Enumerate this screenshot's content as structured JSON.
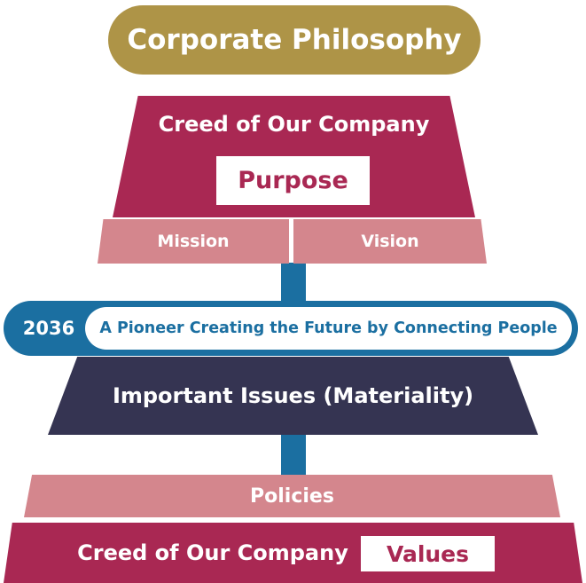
{
  "title": "Corporate Philosophy",
  "creed_top": {
    "label": "Creed of Our Company",
    "purpose": "Purpose",
    "mission": "Mission",
    "vision": "Vision"
  },
  "vision_2036": {
    "year": "2036",
    "statement": "A Pioneer Creating the Future by Connecting People"
  },
  "materiality": "Important Issues (Materiality)",
  "policies": "Policies",
  "creed_bottom": {
    "label": "Creed of Our Company",
    "values": "Values"
  },
  "colors": {
    "gold": "#ae9447",
    "crimson": "#a92853",
    "pink": "#d4868d",
    "blue": "#1b6fa1",
    "navy": "#353452"
  }
}
